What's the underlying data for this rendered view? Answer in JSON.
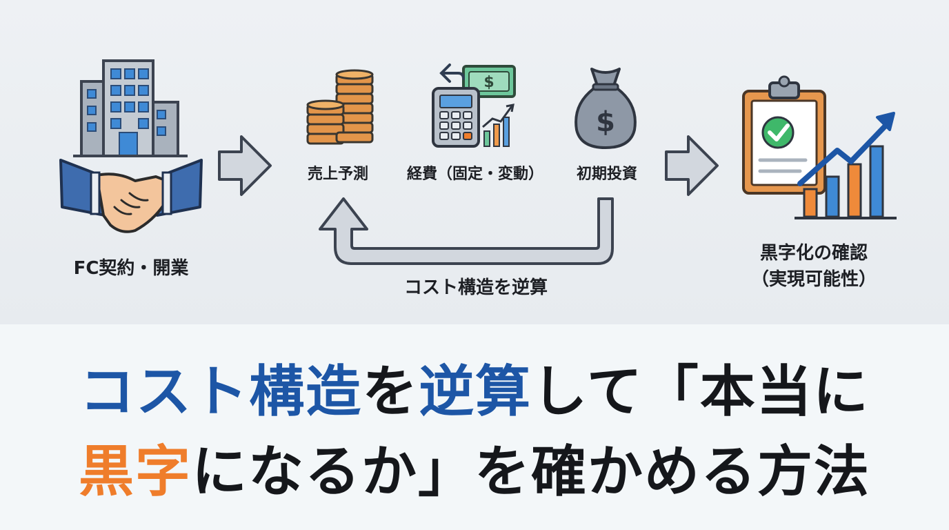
{
  "labels": {
    "fc": "FC契約・開業",
    "sales": "売上予測",
    "expenses": "経費（固定・変動）",
    "initial": "初期投資",
    "loop": "コスト構造を逆算",
    "result_line1": "黒字化の確認",
    "result_line2": "（実現可能性）"
  },
  "icons": {
    "money_bill_symbol": "$",
    "money_bag_symbol": "$"
  },
  "headline": {
    "line1": [
      {
        "text": "コスト構造",
        "tone": "blue"
      },
      {
        "text": "を",
        "tone": "dark"
      },
      {
        "text": "逆算",
        "tone": "blue"
      },
      {
        "text": "して「本当に",
        "tone": "dark"
      }
    ],
    "line2": [
      {
        "text": "黒字",
        "tone": "orange"
      },
      {
        "text": "になるか」を確かめる方法",
        "tone": "dark"
      }
    ]
  },
  "colors": {
    "blue": "#1d56a6",
    "orange": "#ef7d2b",
    "dark": "#15171b",
    "green_check": "#3fb86a"
  }
}
